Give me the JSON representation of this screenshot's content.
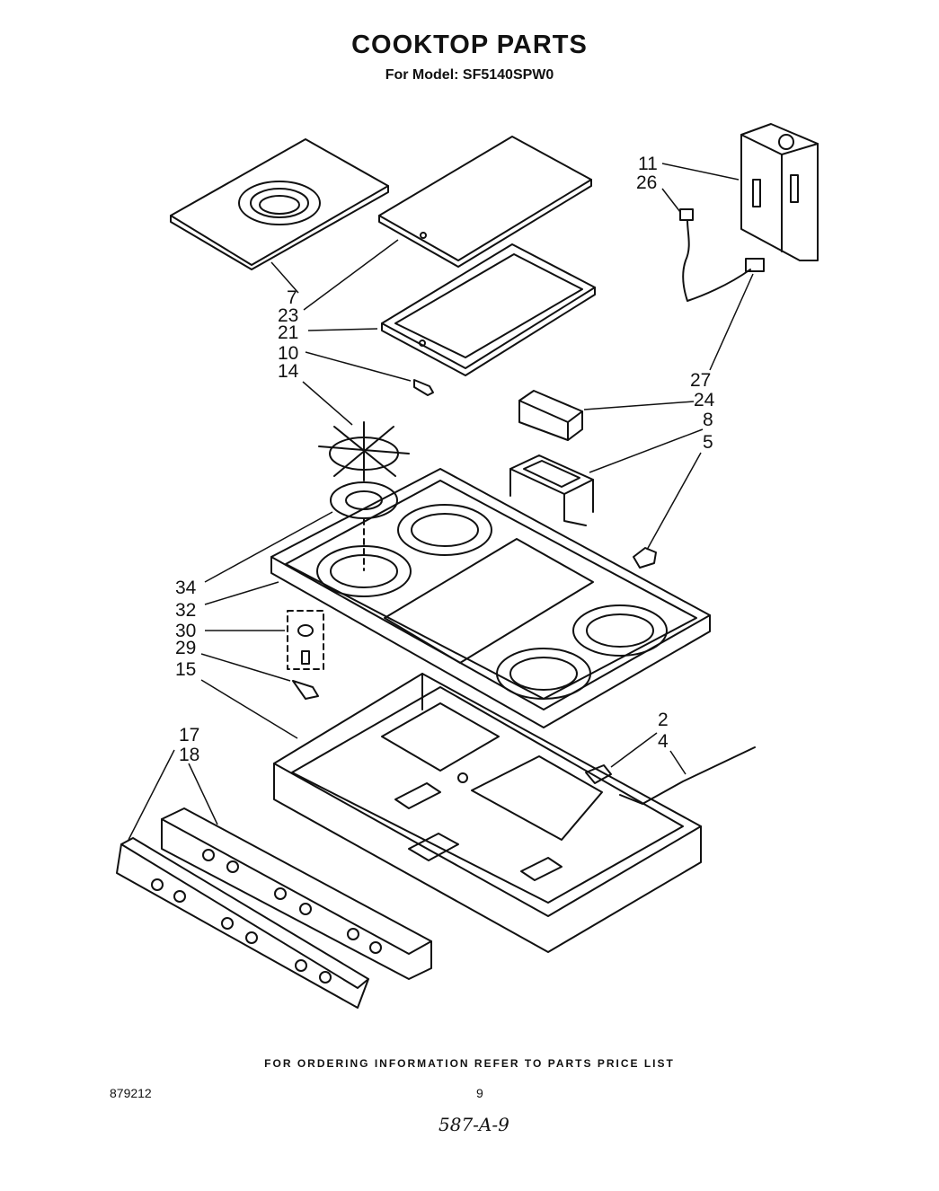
{
  "title": "COOKTOP PARTS",
  "subtitle": "For Model: SF5140SPW0",
  "callouts": [
    "7",
    "23",
    "21",
    "10",
    "14",
    "11",
    "26",
    "27",
    "24",
    "8",
    "5",
    "34",
    "32",
    "30",
    "29",
    "15",
    "2",
    "4",
    "17",
    "18"
  ],
  "footer_note": "FOR ORDERING INFORMATION REFER TO PARTS PRICE LIST",
  "doc_number": "879212",
  "page_number": "9",
  "handwritten_note": "587-A-9"
}
